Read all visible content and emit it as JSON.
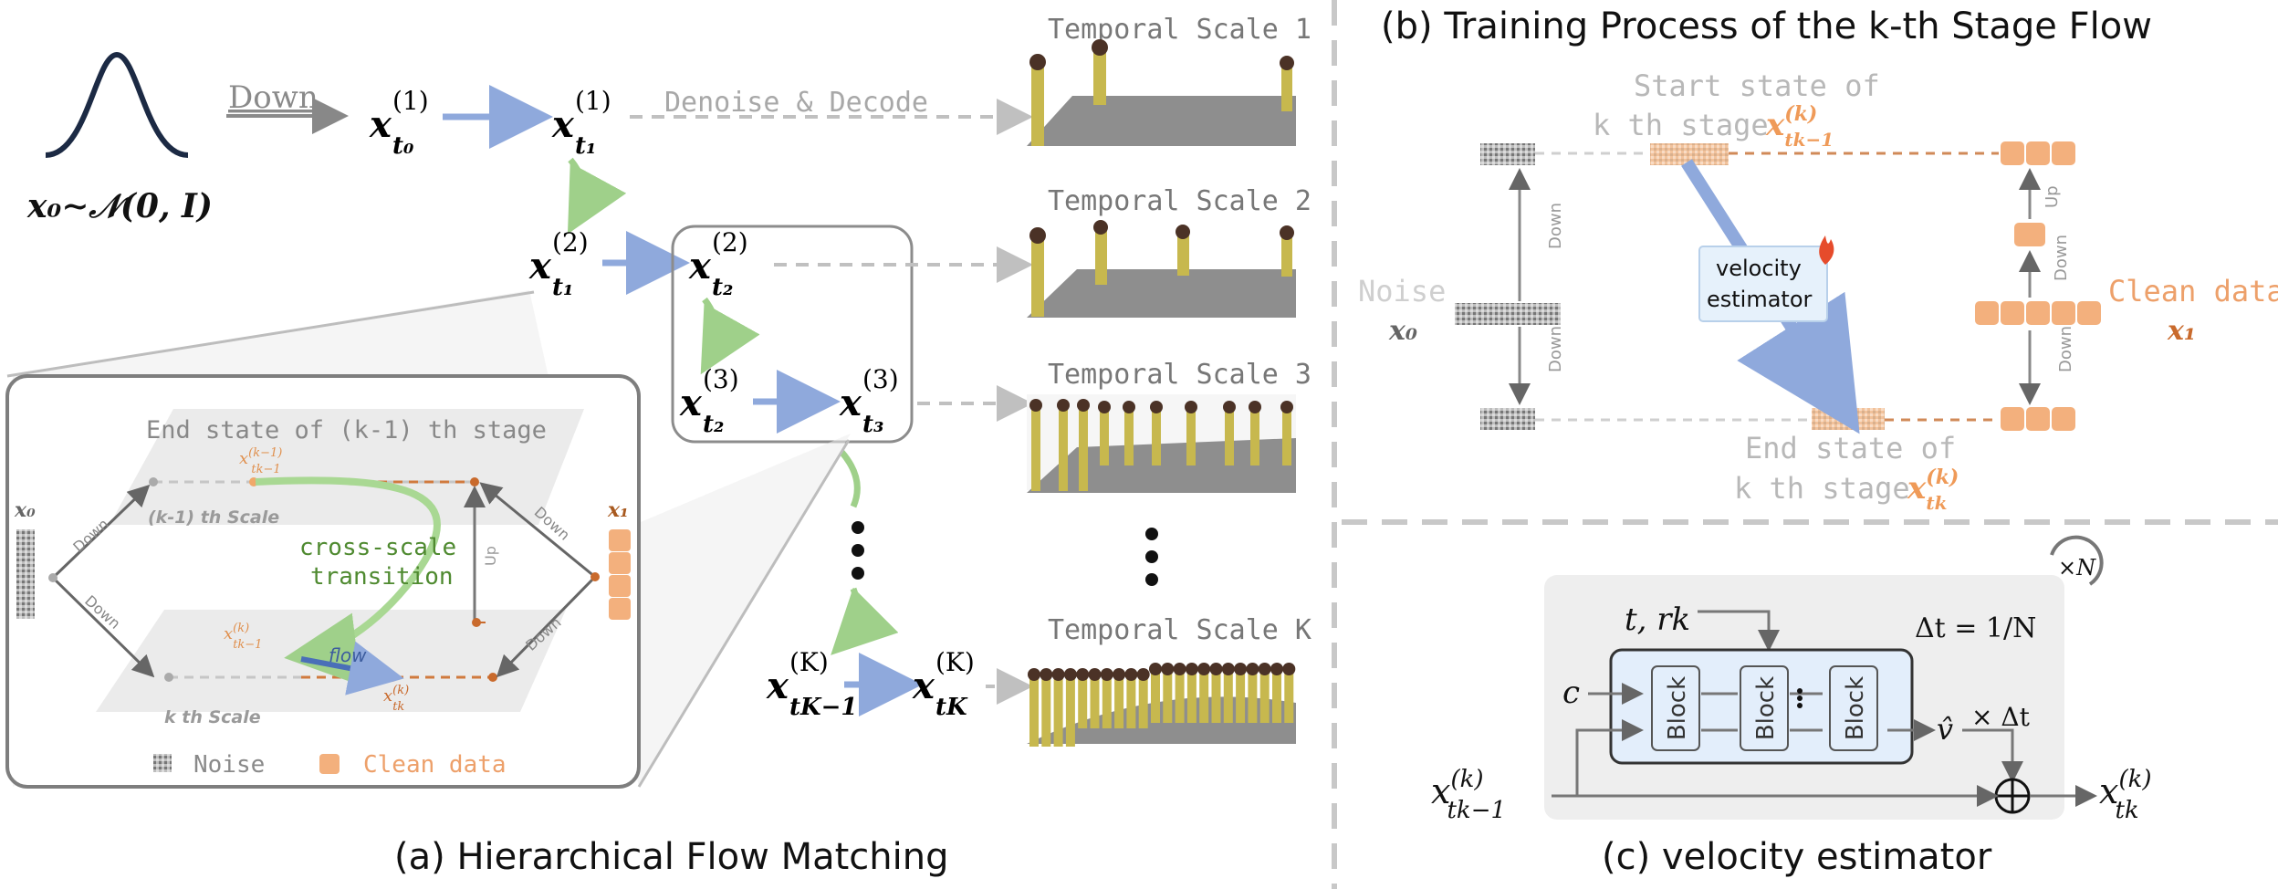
{
  "panel_a": {
    "caption": "(a) Hierarchical Flow Matching",
    "down_label": "Down",
    "gaussian_label": "x₀∼𝒩(0, I)",
    "denoise_label": "Denoise & Decode",
    "nodes": {
      "n1": "x",
      "n1_sub": "t₀",
      "n1_sup": "(1)",
      "n2_sub": "t₁",
      "n2_sup": "(1)",
      "n3_sub": "t₁",
      "n3_sup": "(2)",
      "n4_sub": "t₂",
      "n4_sup": "(2)",
      "n5_sub": "t₂",
      "n5_sup": "(3)",
      "n6_sub": "t₃",
      "n6_sup": "(3)",
      "n7_sub": "tK−1",
      "n7_sup": "(K)",
      "n8_sub": "tK",
      "n8_sup": "(K)"
    },
    "scales": [
      "Temporal Scale 1",
      "Temporal Scale 2",
      "Temporal Scale 3",
      "Temporal Scale K"
    ],
    "inset": {
      "end_state_title": "End state of (k-1) th stage",
      "upper_scale_label": "(k-1) th Scale",
      "lower_scale_label": "k th Scale",
      "x0_label": "x₀",
      "x1_label": "x₁",
      "upper_point_label": "x(k−1)tk−1",
      "mid_point_label": "x(k)tk−1",
      "lower_point_label": "x(k)tk",
      "transition_label_1": "cross-scale",
      "transition_label_2": "transition",
      "flow_label": "flow",
      "up_label": "Up",
      "down_label": "Down",
      "legend_noise": "Noise",
      "legend_clean": "Clean data"
    }
  },
  "panel_b": {
    "title": "(b) Training Process of the k-th Stage Flow",
    "start_state_1": "Start state of",
    "start_state_2": "k th stage",
    "start_state_var": "x(k)tk−1",
    "end_state_1": "End state of",
    "end_state_2": "k th stage",
    "end_state_var": "x(k)tk",
    "noise_label": "Noise",
    "noise_var": "x₀",
    "clean_label": "Clean data",
    "clean_var": "x₁",
    "estimator_1": "velocity",
    "estimator_2": "estimator",
    "down_label": "Down",
    "up_label": "Up"
  },
  "panel_c": {
    "caption": "(c) velocity estimator",
    "repeat_label": "×N",
    "t_r_label": "t, rk",
    "dt_label": "Δt = 1/N",
    "c_label": "c",
    "block_label": "Block",
    "v_label": "v̂",
    "times_dt_label": "× Δt",
    "input_label": "x(k)tk−1",
    "output_label": "x(k)tk"
  },
  "colors": {
    "blue_arrow": "#8fa9dc",
    "green_arrow": "#9fd08a",
    "orange": "#f0a86a",
    "dark_orange": "#c96a2c",
    "gray": "#9a9a9a",
    "panel_bg": "#efefef",
    "block_bg": "#e3eefb"
  }
}
